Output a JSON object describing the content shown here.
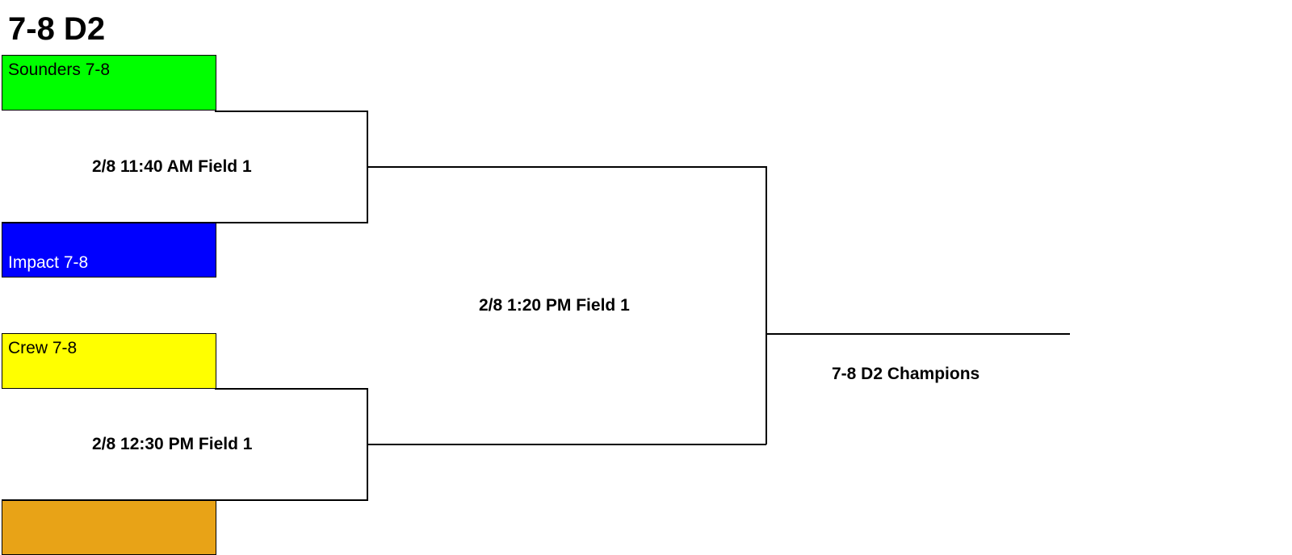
{
  "title": "7-8 D2",
  "teams": [
    {
      "name": "Sounders 7-8",
      "color": "#00ff00",
      "text_color": "#000000"
    },
    {
      "name": "Impact 7-8",
      "color": "#0000ff",
      "text_color": "#ffffff"
    },
    {
      "name": "Crew 7-8",
      "color": "#ffff00",
      "text_color": "#000000"
    },
    {
      "name": "",
      "color": "#e8a317",
      "text_color": "#000000"
    }
  ],
  "games": [
    {
      "label": "2/8 11:40 AM Field 1"
    },
    {
      "label": "2/8 12:30 PM Field 1"
    },
    {
      "label": "2/8 1:20 PM Field 1"
    }
  ],
  "champion_label": "7-8 D2 Champions"
}
